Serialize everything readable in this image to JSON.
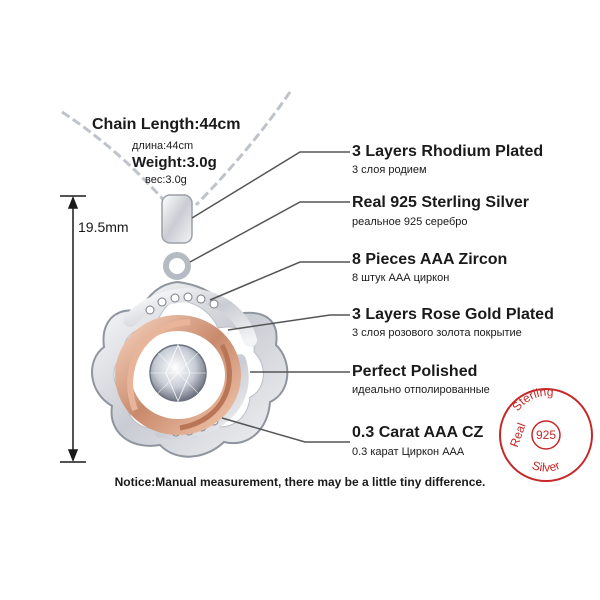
{
  "specs": {
    "chain_length": "Chain Length:44cm",
    "chain_length_ru": "длина:44cm",
    "weight": "Weight:3.0g",
    "weight_ru": "вес:3.0g",
    "height_dimension": "19.5mm"
  },
  "features": [
    {
      "title": "3 Layers Rhodium Plated",
      "subtitle": "3 слоя родием"
    },
    {
      "title": "Real 925 Sterling Silver",
      "subtitle": "реальное 925 серебро"
    },
    {
      "title": "8 Pieces AAA Zircon",
      "subtitle": "8 штук ААА циркон"
    },
    {
      "title": "3 Layers Rose Gold Plated",
      "subtitle": "3 слоя розового золота покрытие"
    },
    {
      "title": "Perfect Polished",
      "subtitle": "идеально отполированные"
    },
    {
      "title": "0.3 Carat AAA CZ",
      "subtitle": "0.3 карат Циркон ААА"
    }
  ],
  "notice": "Notice:Manual measurement, there may be a little tiny difference.",
  "seal": {
    "top": "Sterling",
    "left": "Real",
    "center": "925",
    "bottom": "Silver",
    "color": "#c62828"
  },
  "colors": {
    "silver": "#d9dce2",
    "rose_gold": "#d9a184",
    "line": "#555555",
    "text": "#1a1a1a"
  }
}
